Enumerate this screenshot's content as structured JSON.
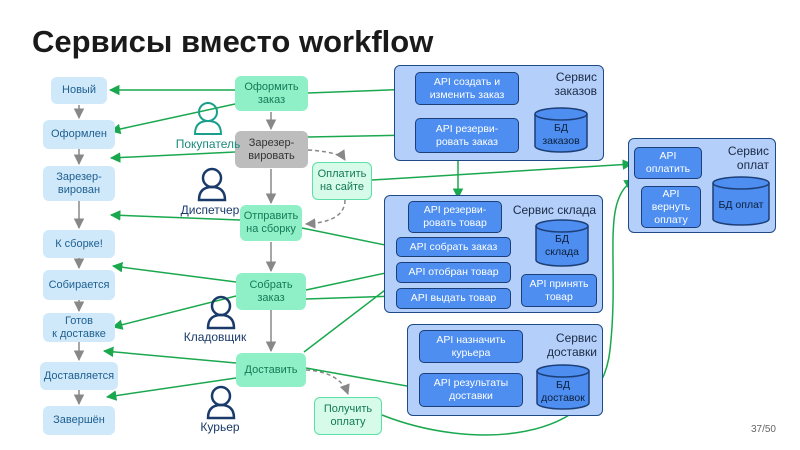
{
  "title": "Сервисы вместо workflow",
  "page": "37/50",
  "statuses": [
    "Новый",
    "Оформлен",
    "Зарезер-\nвирован",
    "К сборке!",
    "Собирается",
    "Готов\nк доставке",
    "Доставляется",
    "Завершён"
  ],
  "steps": {
    "checkout": "Оформить\nзаказ",
    "reserve": "Зарезер-\nвировать",
    "pay_site": "Оплатить\nна сайте",
    "send_assembly": "Отправить\nна сборку",
    "assemble": "Собрать\nзаказ",
    "deliver": "Доставить",
    "receive_payment": "Получить\nоплату"
  },
  "actors": {
    "buyer": "Покупатель",
    "dispatcher": "Диспетчер",
    "storekeeper": "Кладовщик",
    "courier": "Курьер"
  },
  "services": {
    "orders": {
      "label": "Сервис\nзаказов",
      "apis": [
        "API создать и\nизменить заказ",
        "API резерви-\nровать заказ"
      ],
      "db": "БД\nзаказов"
    },
    "payments": {
      "label": "Сервис\nоплат",
      "apis": [
        "API\nоплатить",
        "API\nвернуть\nоплату"
      ],
      "db": "БД оплат"
    },
    "warehouse": {
      "label": "Сервис склада",
      "apis": [
        "API резерви-\nровать товар",
        "API собрать заказ",
        "API отобран товар",
        "API выдать товар",
        "API принять\nтовар"
      ],
      "db": "БД\nсклада"
    },
    "delivery": {
      "label": "Сервис\nдоставки",
      "apis": [
        "API назначить\nкурьера",
        "API результаты\nдоставки"
      ],
      "db": "БД\nдоставок"
    }
  },
  "colors": {
    "arrow_green": "#1aa84e",
    "arrow_gray": "#888888",
    "service_bg": "#b4cffa",
    "api_bg": "#4d8ef0",
    "status_bg": "#cfe9fb",
    "step_bg": "#8ff0c8"
  }
}
